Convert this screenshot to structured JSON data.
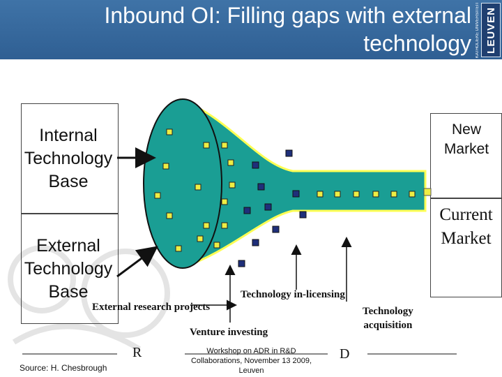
{
  "header": {
    "title_line1": "Inbound OI: Filling gaps with external",
    "title_line2": "technology",
    "logo_text": "LEUVEN",
    "logo_subtext": "KATHOLIEKE UNIVERSITEIT"
  },
  "boxes": {
    "internal_line1": "Internal",
    "internal_line2": "Technology",
    "internal_line3": "Base",
    "external_line1": "External",
    "external_line2": "Technology",
    "external_line3": "Base",
    "new_market_line1": "New",
    "new_market_line2": "Market",
    "current_market_line1": "Current",
    "current_market_line2": "Market"
  },
  "arrows": {
    "external_research": "External research projects",
    "in_licensing": "Technology in-licensing",
    "acquisition_line1": "Technology",
    "acquisition_line2": "acquisition",
    "venture": "Venture investing"
  },
  "footer": {
    "source": "Source: H. Chesbrough",
    "letter_left": "R",
    "letter_right": "D",
    "workshop_line1": "Workshop on ADR in R&D",
    "workshop_line2": "Collaborations, November 13 2009,",
    "workshop_line3": "Leuven"
  },
  "colors": {
    "header": "#3a6ea4",
    "funnel": "#1a9e94",
    "funnel_outline": "#ffff55",
    "dot_fill": "#eeee44",
    "dot_dark": "#1f2f7a"
  }
}
